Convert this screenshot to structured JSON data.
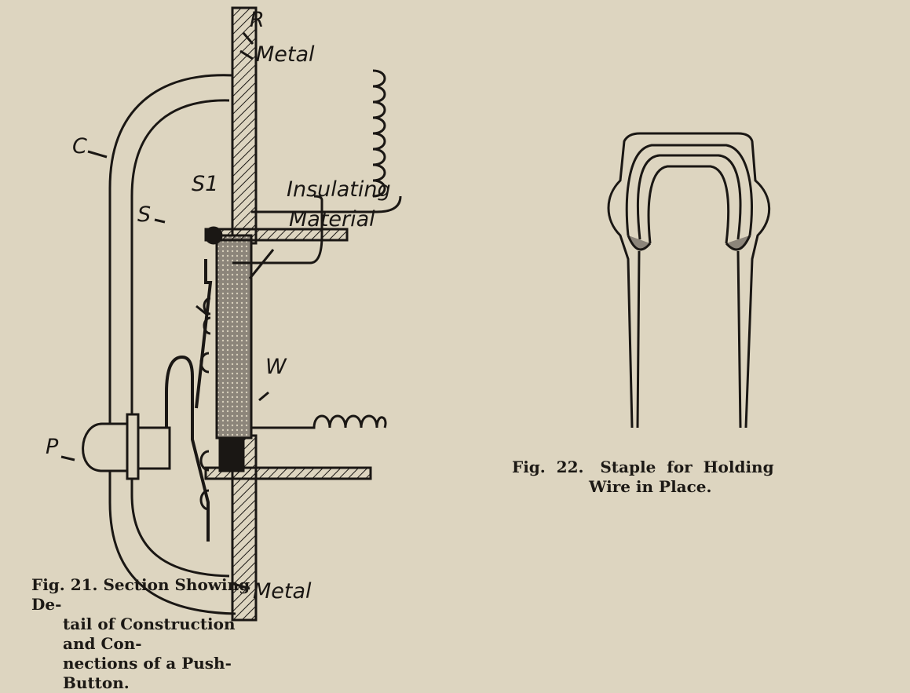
{
  "figure21": {
    "labels": {
      "R": "R",
      "metal_top": "Metal",
      "C": "C",
      "S1": "S1",
      "S": "S",
      "insulating": "Insulating",
      "material": "Material",
      "P": "P",
      "W": "W",
      "metal_bottom": "Metal"
    },
    "caption_line1": "Fig. 21.  Section Showing De-",
    "caption_line2": "tail of Construction and Con-",
    "caption_line3": "nections of a Push-Button."
  },
  "figure22": {
    "caption_line1": "Fig.  22.   Staple  for  Holding",
    "caption_line2": "Wire in Place."
  }
}
